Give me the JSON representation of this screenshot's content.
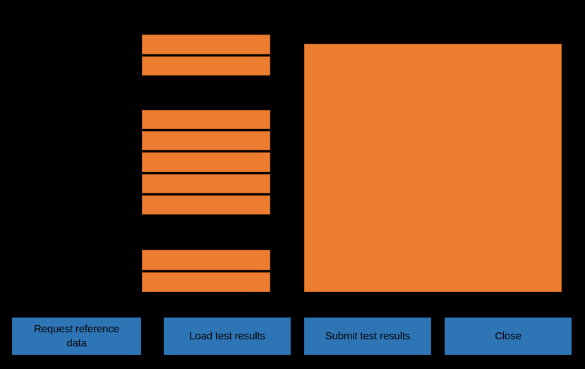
{
  "window": {
    "background_color": "#000000",
    "accent_orange": "#ED7D31",
    "accent_blue": "#2E75B6"
  },
  "form": {
    "field_groups": [
      {
        "name": "group-1",
        "redacted": true,
        "row_count": 2,
        "fill_color": "#ED7D31"
      },
      {
        "name": "group-2",
        "redacted": true,
        "row_count": 5,
        "fill_color": "#ED7D31"
      },
      {
        "name": "group-3",
        "redacted": true,
        "row_count": 2,
        "fill_color": "#ED7D31"
      }
    ]
  },
  "content_panel": {
    "name": "results-panel",
    "redacted": true,
    "fill_color": "#ED7D31"
  },
  "action_bar": {
    "buttons": [
      {
        "id": "request-reference-data",
        "label": "Request reference\ndata"
      },
      {
        "id": "load-test-results",
        "label": "Load test results"
      },
      {
        "id": "submit-test-results",
        "label": "Submit test results"
      },
      {
        "id": "close",
        "label": "Close"
      }
    ]
  }
}
